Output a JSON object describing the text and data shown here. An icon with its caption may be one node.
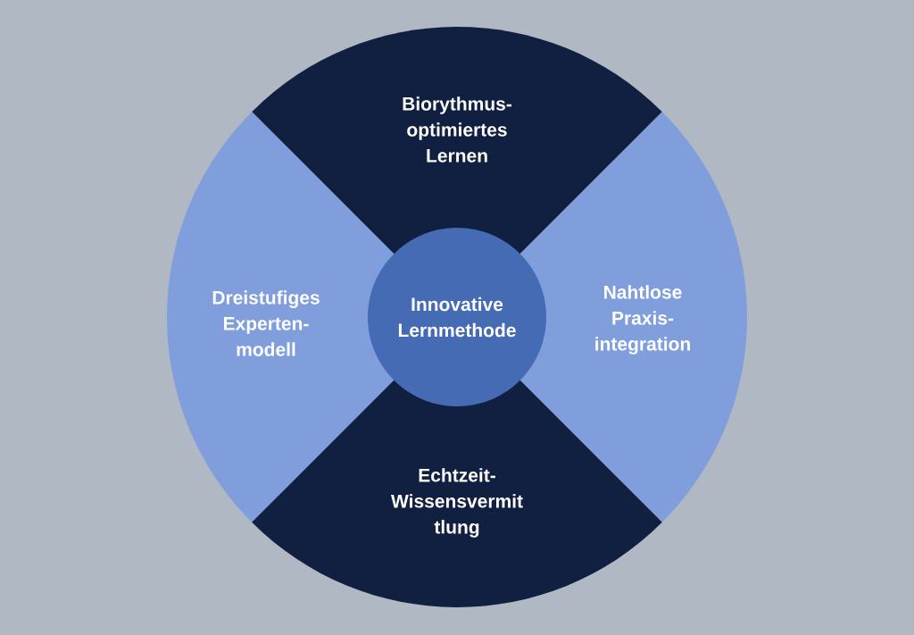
{
  "diagram": {
    "nodes": [
      {
        "text": [
          "Biorythmus- optimiertes Lernen"
        ]
      },
      {
        "text": [
          "Dreistufiges Experten- modell"
        ]
      },
      {
        "text": [
          "Innovative Lernmethode"
        ]
      },
      {
        "text": [
          "Nahtlose Praxis- integration"
        ]
      },
      {
        "text": [
          "Echtzeit- Wissensvermit tlung"
        ]
      }
    ]
  }
}
